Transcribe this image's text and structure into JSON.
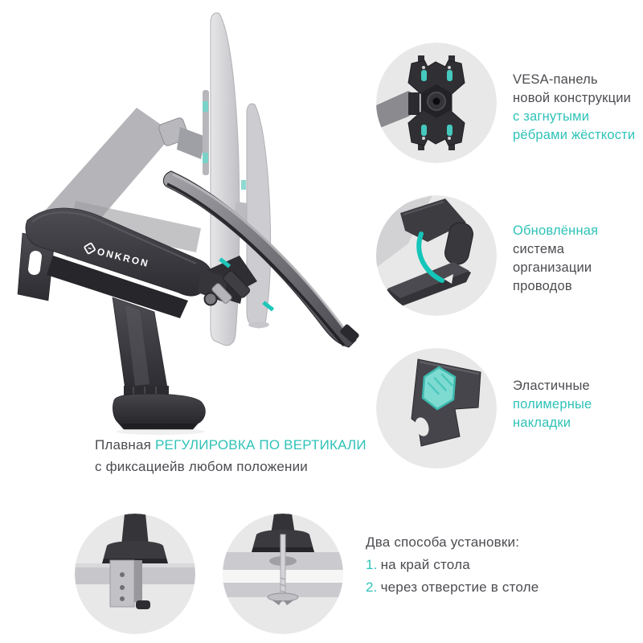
{
  "colors": {
    "accent": "#2fc2b8",
    "accent_bright": "#1fc5b9",
    "text": "#4c4c51",
    "circle_bg": "#e8e8e8",
    "product_dark": "#35353a",
    "ghost_gray": "#a8a8ad"
  },
  "brand": {
    "logo_text": "ONKRON",
    "logo_icon": "onkron-cube-icon"
  },
  "callouts": [
    {
      "id": "vesa-panel",
      "lines": [
        {
          "text": "VESA-панель",
          "accent": false
        },
        {
          "text": "новой конструкции",
          "accent": false
        },
        {
          "text": "с загнутыми",
          "accent": true
        },
        {
          "text": "рёбрами жёсткости",
          "accent": true
        }
      ]
    },
    {
      "id": "cable-management",
      "lines": [
        {
          "text": "Обновлённая",
          "accent": true
        },
        {
          "text": "система",
          "accent": false
        },
        {
          "text": "организации",
          "accent": false
        },
        {
          "text": "проводов",
          "accent": false
        }
      ]
    },
    {
      "id": "polymer-pads",
      "lines": [
        {
          "text": "Эластичные",
          "accent": false
        },
        {
          "text": "полимерные",
          "accent": true
        },
        {
          "text": "накладки",
          "accent": true
        }
      ]
    }
  ],
  "caption": {
    "prefix": "Плавная",
    "accent": "РЕГУЛИРОВКА ПО ВЕРТИКАЛИ",
    "line2": "с фиксациейв любом положении"
  },
  "installation": {
    "title": "Два способа установки:",
    "items": [
      {
        "num": "1.",
        "label": "на край стола"
      },
      {
        "num": "2.",
        "label": "через отверстие в столе"
      }
    ]
  },
  "icons": {
    "callout_1": "vesa-plate-photo",
    "callout_2": "cable-routing-photo",
    "callout_3": "polymer-pad-photo",
    "install_1": "desk-clamp-photo",
    "install_2": "grommet-mount-photo"
  }
}
